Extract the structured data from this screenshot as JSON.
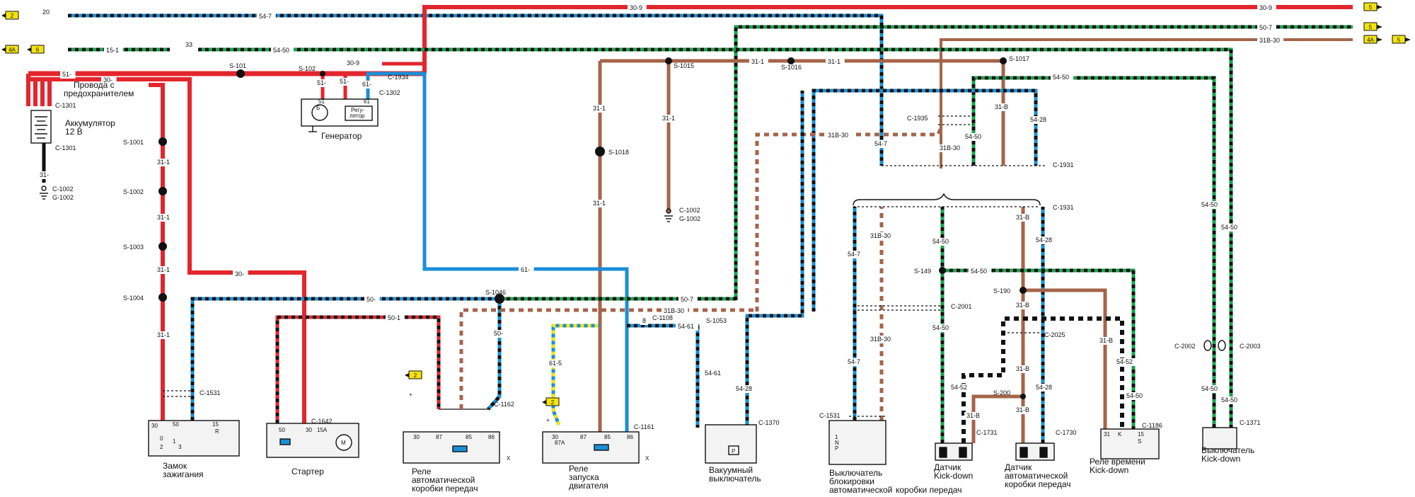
{
  "colors": {
    "red": "#e3262e",
    "blue": "#1a8fd6",
    "green": "#17a34a",
    "brown": "#a5644a",
    "black": "#111111",
    "yellow": "#f2e21c",
    "yellow_tag": "#f4e40a"
  },
  "terminals": {
    "t2": "2",
    "t5a": "5",
    "t5b": "5",
    "t4a_left": "4A",
    "t6_left": "6",
    "t4a_right": "4A",
    "t5_right": "5"
  },
  "wire_labels": {
    "w20": "20",
    "w54_7_top": "54-7",
    "w30_9_top": "30-9",
    "w30_9_right": "30-9",
    "w50_7_right": "50-7",
    "w31b30_right": "31B-30",
    "w15_1": "15-1",
    "w33": "33",
    "w54_50_top": "54-50",
    "w51": "51-",
    "w30_left": "30-",
    "w30_9_mid": "30-9",
    "w31_1_a": "31-1",
    "w31_1_b": "31-1",
    "w31_1_c": "31-1",
    "w31_1_d": "31-1",
    "w31_1_e": "31-1",
    "w31_1_f": "31-1",
    "w31_1_g": "31-1",
    "w31b": "31-B",
    "w54_28_a": "54-28",
    "w54_50_a": "54-50",
    "w54_50_b": "54-50",
    "w31b30_a": "31B-30",
    "w31b30_b": "31B-30",
    "w54_7_b": "54-7",
    "w61": "61-",
    "w30_b": "30-",
    "w50": "50-",
    "w50_7": "50-7",
    "w50_1": "50-1",
    "w31b30_c": "31B-30",
    "w50_dash": "50-",
    "w61_5": "61-5",
    "w8": "8",
    "w54_61": "54-61",
    "w54_61_b": "54-61",
    "w54_28_b": "54-28",
    "w54_7_c": "54-7",
    "w31b30_d": "31B-30",
    "w54_7_d": "54-7",
    "w31b30_e": "31B-30",
    "w54_50_c": "54-50",
    "w54_50_d": "54-50",
    "w54_50_e": "54-50",
    "w54_52": "54-52",
    "w54_52_b": "54-52",
    "w31b_b": "31-B",
    "w31b_c": "31-B",
    "w31b_d": "31-B",
    "w31b_e": "31-B",
    "w31b_f": "31-B",
    "w31b_g": "31-B",
    "w54_28_c": "54-28",
    "w54_28_d": "54-28",
    "w54_28_e": "54-28",
    "w54_50_f": "54-50",
    "w54_50_g": "54-50",
    "w54_50_h": "54-50",
    "w54_50_i": "54-50",
    "w54_50_j": "54-50",
    "w51_a": "51-",
    "w51_b": "51-",
    "w61_b": "61-",
    "w31_1_h": "31-1",
    "w31": "31-",
    "w30_top": "30-"
  },
  "connectors": {
    "s101": "S-101",
    "s102": "S-102",
    "c1934": "C-1934",
    "c1302": "C-1302",
    "c1301_a": "C-1301",
    "c1301_b": "C-1301",
    "c1002_left": "C-1002",
    "g1002_left": "G-1002",
    "s1001": "S-1001",
    "s1002": "S-1002",
    "s1003": "S-1003",
    "s1004": "S-1004",
    "s1015": "S-1015",
    "s1016": "S-1016",
    "s1017": "S-1017",
    "s1018": "S-1018",
    "c1002_mid": "C-1002",
    "g1002_mid": "G-1002",
    "c1935": "C-1935",
    "c1931_a": "C-1931",
    "c1931_b": "C-1931",
    "s1046": "S-1046",
    "c1108": "C-1108",
    "s1053": "S-1053",
    "s149": "S-149",
    "s190": "S-190",
    "c2001": "C-2001",
    "c2025": "C-2025",
    "s200": "S-200",
    "c1531_a": "C-1531",
    "c1531_b": "C-1531",
    "c1642": "C-1642",
    "c1162": "C-1162",
    "c1161": "C-1161",
    "c1370": "C-1370",
    "c1731": "C-1731",
    "c1730": "C-1730",
    "c1186": "C-1186",
    "c1371": "C-1371",
    "c2002": "C-2002",
    "c2003": "C-2003"
  },
  "components": {
    "fuses_line1": "Провода с",
    "fuses_line2": "предохранителем",
    "battery_line1": "Аккумулятор",
    "battery_line2": "12 В",
    "generator": "Генератор",
    "regulator_line1": "Регу-",
    "regulator_line2": "лятор",
    "gen_b": "Б",
    "ignition_line1": "Замок",
    "ignition_line2": "зажигания",
    "starter": "Стартер",
    "relay_at_line1": "Реле",
    "relay_at_line2": "автоматической",
    "relay_at_line3": "коробки передач",
    "relay_start_line1": "Реле",
    "relay_start_line2": "запуска",
    "relay_start_line3": "двигателя",
    "vacuum_line1": "Вакуумный",
    "vacuum_line2": "выключатель",
    "lockout_line1": "Выключатель",
    "lockout_line2": "блокировки",
    "lockout_line3": "автоматической",
    "lockout_line4": "коробки передач",
    "kd_sensor_line1": "Датчик",
    "kd_sensor_line2": "Kick-down",
    "at_sensor_line1": "Датчик",
    "at_sensor_line2": "автоматической",
    "at_sensor_line3": "коробки передач",
    "timer_relay_line1": "Реле времени",
    "timer_relay_line2": "Kick-down",
    "kd_switch_line1": "Выключатель",
    "kd_switch_line2": "Kick-down"
  },
  "pins": {
    "ign_30": "30",
    "ign_50": "50",
    "ign_15": "15",
    "ign_r": "R",
    "ign_0": "0",
    "ign_1": "1",
    "ign_2": "2",
    "ign_3": "3",
    "st_50": "50",
    "st_30": "30",
    "st_15a": "15A",
    "st_m": "M",
    "ra_30": "30",
    "ra_87": "87",
    "ra_85": "85",
    "ra_86": "86",
    "rs_30": "30",
    "rs_87": "87",
    "rs_87a": "87A",
    "rs_85": "85",
    "rs_86": "86",
    "vac_p": "P",
    "lk_1": "1",
    "lk_n": "N",
    "lk_p": "P",
    "tr_31": "31",
    "tr_k": "K",
    "tr_15": "15",
    "tr_s": "S",
    "gen_51": "51",
    "gen_61": "61",
    "tag_2a": "2",
    "tag_2b": "2",
    "x_a": "X",
    "x_b": "X",
    "plus_a": "+",
    "plus_b": "+"
  }
}
